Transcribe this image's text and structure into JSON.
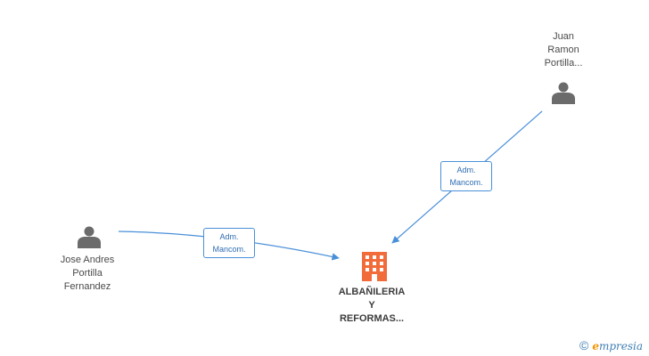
{
  "nodes": {
    "juan": {
      "lines": [
        "Juan",
        "Ramon",
        "Portilla..."
      ],
      "icon": "person-icon"
    },
    "jose": {
      "lines": [
        "Jose Andres",
        "Portilla",
        "Fernandez"
      ],
      "icon": "person-icon"
    },
    "company": {
      "lines": [
        "ALBAÑILERIA",
        "Y",
        "REFORMAS..."
      ],
      "icon": "building-icon"
    }
  },
  "edges": [
    {
      "from": "juan",
      "to": "company",
      "label": [
        "Adm.",
        "Mancom."
      ]
    },
    {
      "from": "jose",
      "to": "company",
      "label": [
        "Adm.",
        "Mancom."
      ]
    }
  ],
  "colors": {
    "person": "#6b6b6b",
    "company": "#f26b3a",
    "edge": "#4a90d9"
  },
  "brand": {
    "copyright": "©",
    "e": "e",
    "rest": "mpresia"
  }
}
